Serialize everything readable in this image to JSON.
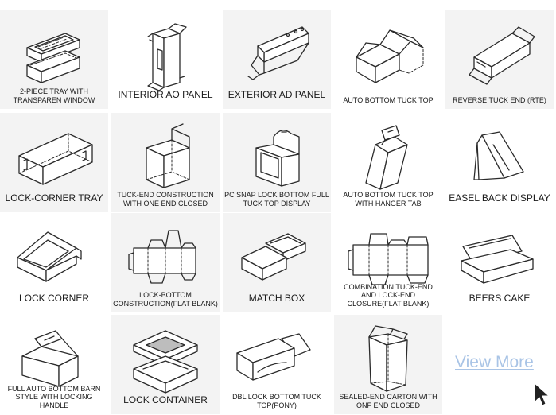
{
  "tiles": [
    {
      "label": "2-PIECE TRAY WITH TRANSPAREN WINDOW",
      "size": "small",
      "icon": "two-piece-tray-icon"
    },
    {
      "label": "INTERIOR AO PANEL",
      "size": "big",
      "icon": "interior-panel-box-icon"
    },
    {
      "label": "EXTERIOR AD PANEL",
      "size": "big",
      "icon": "exterior-panel-box-icon"
    },
    {
      "label": "AUTO BOTTOM TUCK TOP",
      "size": "small",
      "icon": "auto-bottom-tuck-top-icon"
    },
    {
      "label": "REVERSE TUCK END (RTE)",
      "size": "small",
      "icon": "reverse-tuck-end-icon"
    },
    {
      "label": "LOCK-CORNER TRAY",
      "size": "big",
      "icon": "lock-corner-tray-icon"
    },
    {
      "label": "TUCK-END CONSTRUCTION WITH ONE END CLOSED",
      "size": "small",
      "icon": "tuck-end-box-icon"
    },
    {
      "label": "PC SNAP LOCK BOTTOM FULL TUCK TOP DISPLAY",
      "size": "small",
      "icon": "snap-lock-display-icon"
    },
    {
      "label": "AUTO BOTTOM TUCK TOP WITH HANGER TAB",
      "size": "small",
      "icon": "hanger-tab-box-icon"
    },
    {
      "label": "EASEL BACK DISPLAY",
      "size": "big",
      "icon": "easel-back-display-icon"
    },
    {
      "label": "LOCK CORNER",
      "size": "big",
      "icon": "lock-corner-box-icon"
    },
    {
      "label": "LOCK-BOTTOM CONSTRUCTION(FLAT BLANK)",
      "size": "small",
      "icon": "flat-blank-icon"
    },
    {
      "label": "MATCH BOX",
      "size": "big",
      "icon": "match-box-icon"
    },
    {
      "label": "COMBINATION TUCK-END AND LOCK-END CLOSURE(FLAT BLANK)",
      "size": "small",
      "icon": "combination-flat-blank-icon"
    },
    {
      "label": "BEERS CAKE",
      "size": "big",
      "icon": "beers-cake-box-icon"
    },
    {
      "label": "FULL AUTO BOTTOM BARN STYLE WITH LOCKING HANDLE",
      "size": "small",
      "icon": "barn-style-handle-box-icon"
    },
    {
      "label": "LOCK  CONTAINER",
      "size": "big",
      "icon": "lock-container-icon"
    },
    {
      "label": "DBL LOCK BOTTOM TUCK TOP(PONY)",
      "size": "small",
      "icon": "pony-box-icon"
    },
    {
      "label": "SEALED-END CARTON WITH  ONF END CLOSED",
      "size": "small",
      "icon": "sealed-end-carton-icon"
    }
  ],
  "view_more": {
    "label": "View More",
    "color": "#a9c4e6"
  },
  "cursor": {
    "icon": "mouse-pointer-icon"
  }
}
